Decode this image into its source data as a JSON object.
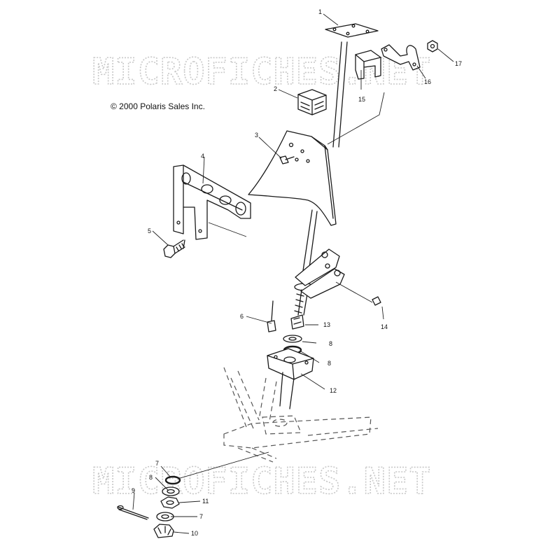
{
  "watermark_text": "MICROFICHES.NET",
  "copyright": "© 2000 Polaris Sales Inc.",
  "callouts": [
    "1",
    "2",
    "3",
    "4",
    "5",
    "6",
    "7",
    "8",
    "9",
    "10",
    "11",
    "12",
    "13",
    "14",
    "15",
    "16",
    "17",
    "7",
    "8",
    "8"
  ],
  "colors": {
    "line": "#1a1a1a",
    "watermark": "#c8c8c8",
    "background": "#ffffff"
  }
}
